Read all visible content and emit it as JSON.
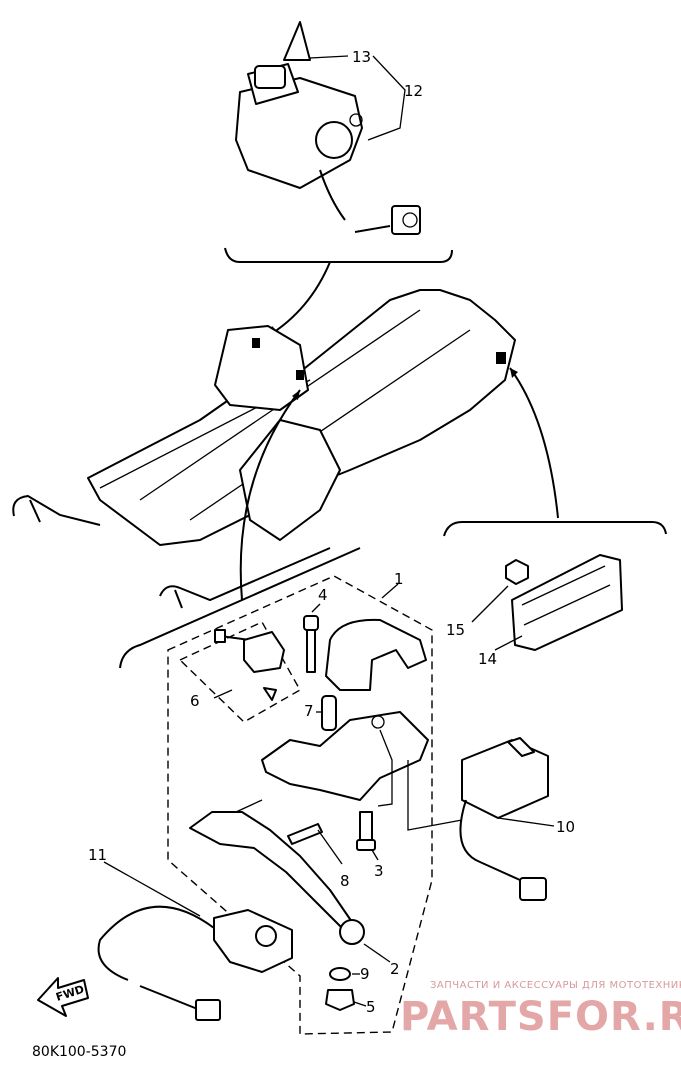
{
  "diagram": {
    "callouts": {
      "c1": "1",
      "c2": "2",
      "c3": "3",
      "c4": "4",
      "c5": "5",
      "c6": "6",
      "c7": "7",
      "c8": "8",
      "c9": "9",
      "c10": "10",
      "c11": "11",
      "c12": "12",
      "c13": "13",
      "c14": "14",
      "c15": "15"
    },
    "forward_badge": "FWD",
    "drawing_code": "80K100-5370"
  },
  "watermark": {
    "tagline": "ЗАПЧАСТИ И АКСЕССУАРЫ ДЛЯ МОТОТЕХНИКИ",
    "brand": "PARTSFOR.RU",
    "color": "#e3a7a7"
  }
}
